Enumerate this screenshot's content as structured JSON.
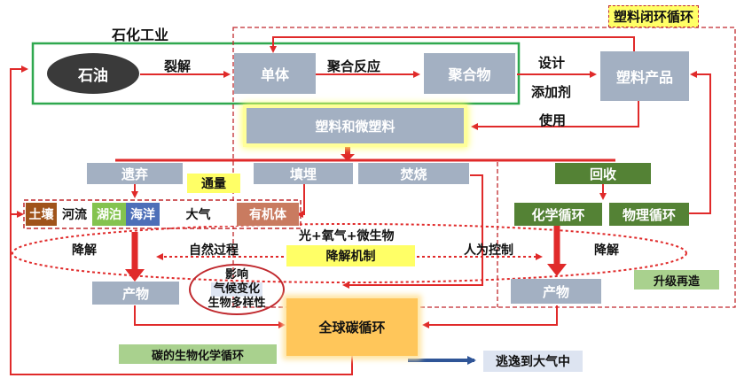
{
  "title": "石化工业",
  "loop_title": "塑料闭环循环",
  "nodes": {
    "oil": "石油",
    "monomer": "单体",
    "polymer": "聚合物",
    "product": "塑料产品",
    "plastic": "塑料和微塑料",
    "discard": "遗弃",
    "landfill": "填埋",
    "incinerate": "焚烧",
    "recycle": "回收",
    "chem_cycle": "化学循环",
    "phys_cycle": "物理循环",
    "product_left": "产物",
    "product_right": "产物",
    "global_carbon": "全球碳循环"
  },
  "edges": {
    "cracking": "裂解",
    "polymerization": "聚合反应",
    "design": "设计",
    "additives": "添加剂",
    "use": "使用",
    "degrade_left": "降解",
    "degrade_right": "降解",
    "natural": "自然过程",
    "human": "人为控制",
    "escape": "逃逸到大气中"
  },
  "flux": "通量",
  "environments": [
    "土壤",
    "河流",
    "湖泊",
    "海洋",
    "大气",
    "有机体"
  ],
  "env_colors": [
    "#a0531a",
    "#ffffff",
    "#84c34f",
    "#4d6fb8",
    "#ffffff",
    "#c97b60"
  ],
  "mechanism": {
    "heading": "光+氧气+微生物",
    "label": "降解机制"
  },
  "impact": {
    "heading": "影响",
    "line1": "气候变化",
    "line2": "生物多样性"
  },
  "upgrade": "升级再造",
  "biogeo": "碳的生物化学循环",
  "colors": {
    "arrow": "#e02a2a",
    "gray": "#a3b0c2",
    "green": "#548235",
    "yellow": "#ffff66",
    "escape": "#2f5597"
  }
}
